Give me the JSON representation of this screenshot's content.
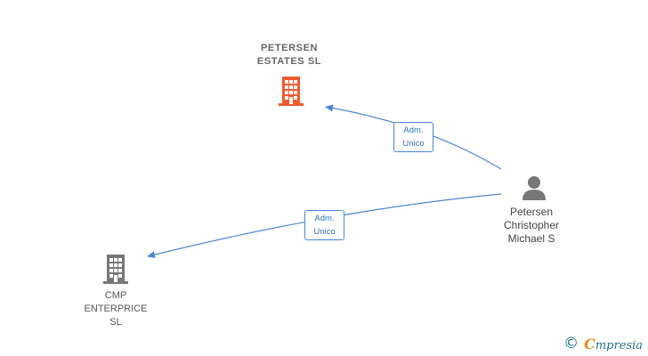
{
  "nodes": {
    "petersen_estates": {
      "line1": "PETERSEN",
      "line2": "ESTATES  SL",
      "color": "#ef5b2e",
      "icon": "building-icon"
    },
    "cmp_enterprice": {
      "line1": "CMP",
      "line2": "ENTERPRICE",
      "line3": "SL",
      "color": "#777777",
      "icon": "building-icon"
    },
    "person": {
      "line1": "Petersen",
      "line2": "Christopher",
      "line3": "Michael S",
      "color": "#777777",
      "icon": "person-icon"
    }
  },
  "edges": [
    {
      "from": "person",
      "to": "petersen_estates",
      "role_line1": "Adm.",
      "role_line2": "Unico"
    },
    {
      "from": "person",
      "to": "cmp_enterprice",
      "role_line1": "Adm.",
      "role_line2": "Unico"
    }
  ],
  "colors": {
    "edge": "#4a86d4"
  },
  "footer": {
    "copyright": "©",
    "brand_first": "C",
    "brand_rest": "mpresia"
  }
}
